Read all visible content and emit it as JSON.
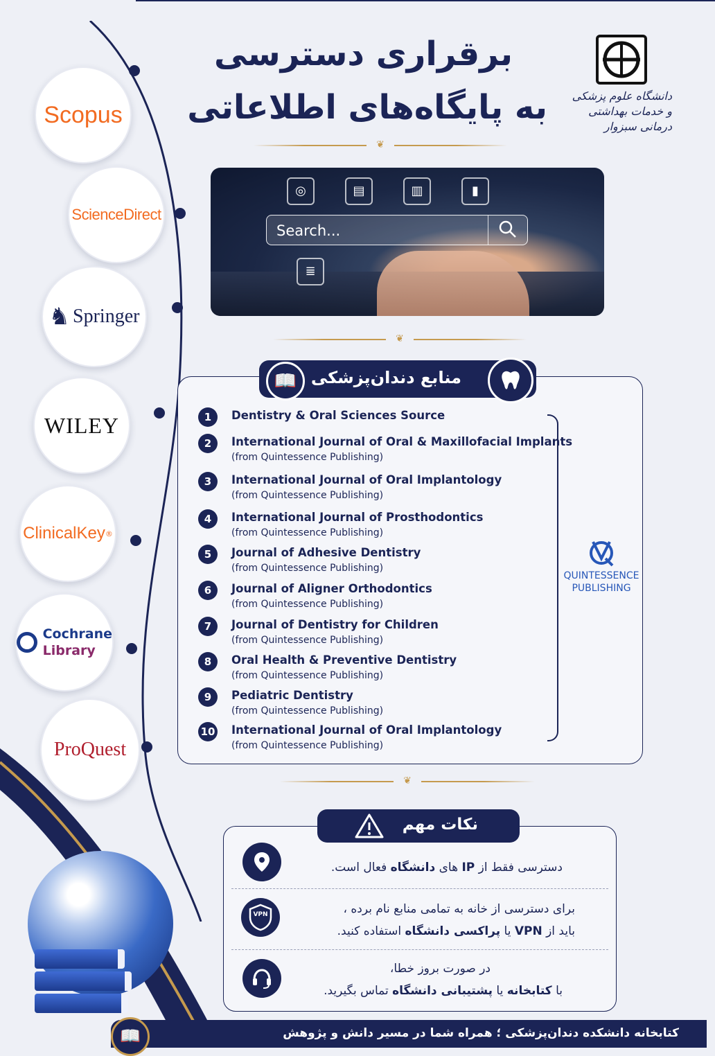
{
  "header": {
    "title_line1": "برقراری دسترسی",
    "title_line2": "به پایگاه‌های اطلاعاتی",
    "university_name": "دانشگاه علوم پزشکی و خدمات بهداشتی درمانی سبزوار"
  },
  "hero": {
    "search_placeholder": "Search...",
    "icons": [
      "globe-icon",
      "book-icon",
      "library-icon",
      "bar-chart-icon",
      "document-icon"
    ]
  },
  "databases": [
    {
      "label": "Scopus",
      "color": "#f26b21"
    },
    {
      "label": "ScienceDirect",
      "color": "#f26b21"
    },
    {
      "label": "Springer",
      "color": "#1b2456"
    },
    {
      "label": "WILEY",
      "color": "#111111"
    },
    {
      "label": "ClinicalKey",
      "suffix": "®",
      "color": "#f26b21"
    },
    {
      "label_top": "Cochrane",
      "label_bottom": "Library",
      "color_top": "#1b3a8a",
      "color_bottom": "#8a2a6a"
    },
    {
      "label": "ProQuest",
      "color": "#b01e2d"
    }
  ],
  "dental_section": {
    "heading": "منابع دندان‌پزشکی",
    "items": [
      {
        "num": "1",
        "title": "Dentistry & Oral Sciences Source",
        "sub": ""
      },
      {
        "num": "2",
        "title": "International Journal of Oral & Maxillofacial Implants",
        "sub": "(from Quintessence Publishing)"
      },
      {
        "num": "3",
        "title": "International Journal of Oral Implantology",
        "sub": "(from Quintessence Publishing)"
      },
      {
        "num": "4",
        "title": "International Journal of Prosthodontics",
        "sub": "(from Quintessence Publishing)"
      },
      {
        "num": "5",
        "title": "Journal of Adhesive Dentistry",
        "sub": "(from Quintessence Publishing)"
      },
      {
        "num": "6",
        "title": "Journal of Aligner Orthodontics",
        "sub": "(from Quintessence Publishing)"
      },
      {
        "num": "7",
        "title": "Journal of Dentistry for Children",
        "sub": "(from Quintessence Publishing)"
      },
      {
        "num": "8",
        "title": "Oral Health & Preventive Dentistry",
        "sub": "(from Quintessence Publishing)"
      },
      {
        "num": "9",
        "title": "Pediatric Dentistry",
        "sub": "(from Quintessence Publishing)"
      },
      {
        "num": "10",
        "title": "International Journal of Oral Implantology",
        "sub": "(from Quintessence Publishing)"
      }
    ],
    "publisher_line1": "QUINTESSENCE",
    "publisher_line2": "PUBLISHING"
  },
  "notes": {
    "heading": "نکات مهم",
    "note1": {
      "pre": "دسترسی فقط از ",
      "b1": "IP",
      "mid": " های ",
      "b2": "دانشگاه",
      "post": " فعال است."
    },
    "note2": {
      "line1": "برای دسترسی از خانه به تمامی منابع نام برده ،",
      "pre": "باید از ",
      "b1": "VPN",
      "mid": " یا ",
      "b2": "پراکسی دانشگاه",
      "post": " استفاده کنید."
    },
    "note3": {
      "line1": "در صورت بروز خطا،",
      "pre": "با ",
      "b1": "کتابخانه",
      "mid": " یا ",
      "b2": "پشتیبانی دانشگاه",
      "post": " تماس بگیرید."
    },
    "vpn_label": "VPN"
  },
  "footer": {
    "text": "کتابخانه دانشکده دندان‌پزشکی ؛ همراه شما در مسیر دانش و پژوهش"
  },
  "colors": {
    "navy": "#1b2456",
    "gold": "#c59a4e",
    "orange": "#f26b21"
  }
}
